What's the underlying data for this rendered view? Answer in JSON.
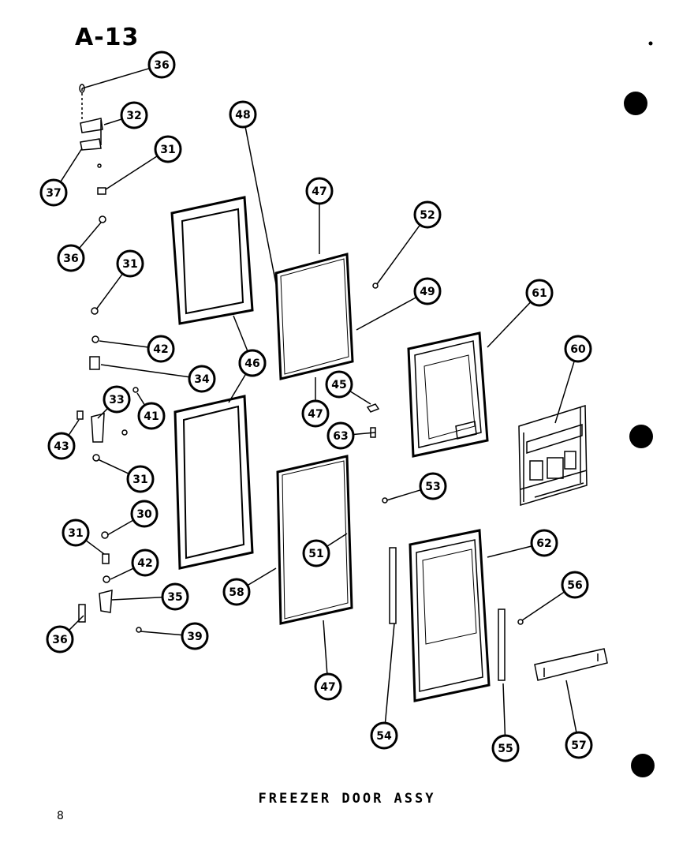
{
  "header": {
    "page_code": "A-13"
  },
  "diagram": {
    "caption": "FREEZER DOOR ASSY",
    "page_number": "8",
    "callouts": [
      "36",
      "32",
      "37",
      "31",
      "36",
      "31",
      "42",
      "34",
      "33",
      "41",
      "43",
      "31",
      "30",
      "31",
      "42",
      "35",
      "36",
      "39",
      "48",
      "46",
      "46",
      "58",
      "47",
      "47",
      "47",
      "52",
      "49",
      "45",
      "63",
      "53",
      "51",
      "61",
      "60",
      "62",
      "56",
      "54",
      "55",
      "57"
    ]
  }
}
